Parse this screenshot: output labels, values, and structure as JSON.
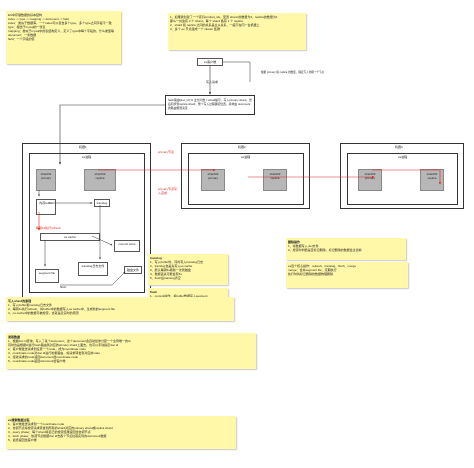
{
  "note_top_left": {
    "lines": [
      "ES中存储数据的基本结构",
      "index -> type -> mapping -> document -> field",
      "",
      "index：类似于数据库，一个index可以包含多个type，多个type之间字段不一致",
      "type：相当于mysql的一张表",
      "mapping：类似于mysql中的表结构定义，定义了type中每个字段的，什么类型等",
      "document：一条数据",
      "field：一个字段的值"
    ]
  },
  "note_top_right": {
    "lines": [
      "1、如果我创建了一个索引product_idx，配置 shard 的数量为3，replica的数量为1",
      "   那么一共会有 3 个 shard，每个 shard 各有 1 个 replica",
      "2、shard 和 replica 之间的关系是主从关系，一般不在同一台机器上",
      "3、多个 es 节点组成一个 cluster 集群"
    ]
  },
  "client": {
    "label": "es客户端"
  },
  "write_label": "写入请求",
  "client_to_node_note": "根据 primary 和 replica 的数量，确定写入到哪一个节点",
  "hash_note": "hash路由(doc_id) % 主分片数 = shard编号，写入primary shard，然后同步到replica shard，整个写入过程确定位置，具体由 document的路由规则决定",
  "nodes": [
    {
      "label": "机器1"
    },
    {
      "label": "机器2"
    },
    {
      "label": "机器3"
    }
  ],
  "es_process_label": "es进程",
  "shards": [
    {
      "name": "shard01",
      "role": "primary"
    },
    {
      "name": "shard02",
      "role": "replica"
    },
    {
      "name": "shard02",
      "role": "primary"
    },
    {
      "name": "shard03",
      "role": "replica"
    },
    {
      "name": "shard03",
      "role": "primary"
    },
    {
      "name": "shard01",
      "role": "replica"
    }
  ],
  "primary_labels": [
    "primary节点",
    "primary节点写入完成"
  ],
  "inner": {
    "buffer": "内存buffer",
    "translog": "translog",
    "os_cache": "os cache",
    "commit_point": "commit point",
    "segment": "segment file",
    "translog_disk": "translog日志文件",
    "disk": "磁盘文件",
    "refresh_label": "每隔1s执行refresh",
    "flush_label": "flush"
  },
  "translog_note": {
    "title": "translog",
    "lines": [
      "1、写入buffer时，同时写入translog日志",
      "2、translog也是先写入os cache",
      "3、默认每隔5s刷新一次到磁盘",
      "4、数据丢失可能会有5s",
      "5、flush后translog清空"
    ]
  },
  "flush_note": {
    "title": "flush",
    "lines": [
      "1、commit操作，将buffer数据写入segment",
      "2、写入commit point，记录segment",
      "3、将os cache数据fsync到磁盘",
      "4、清空translog日志"
    ]
  },
  "delete_note": {
    "title": "删除操作",
    "lines": [
      "1、将数据写入.del文件",
      "2、搜索时判断是否标记删除，标记删除的数据会过滤掉"
    ]
  },
  "update_note": {
    "lines": [
      "es四个核心操作：refresh、translog、flush、merge",
      "",
      "merge：合并segment file，定期执行",
      "执行时将标记删除的数据物理删除"
    ]
  },
  "write_principle_note": {
    "title": "写入shard的原理",
    "lines": [
      "1、写入buffer和translog日志文件",
      "2、每隔1s执行refresh，将buffer中的数据写入os cache中，生成新的segment file",
      "3、os cache中的数据可被搜索，这就是近实时的原因"
    ]
  },
  "read_note": {
    "title": "读取数据",
    "lines": [
      "1、根据doc id查询，写入了某个document，这个document会自动给你分配一个全局唯一的id",
      "   同时也是根据id进行hash路由到对应的primary shard上面去。也可以手动指定doc id",
      "2、客户端发送请求到任意一个node，成为coordinate node",
      "3、coordinate node对doc id进行哈希路由，将请求转发到对应的node",
      "4、接收请求的node返回document给coordinate node",
      "5、coordinate node返回document给客户端"
    ]
  },
  "search_note": {
    "title": "es搜索数据过程",
    "lines": [
      "1、客户端发送请求到一个coordinate node",
      "2、协调节点将搜索请求转发到所有的shard对应的primary shard或replica shard",
      "3、query phase：每个shard将自己的搜索结果返回给协调节点",
      "4、fetch phase：协调节点根据doc id去各个节点拉取实际的document数据",
      "5、最终返回给客户端"
    ]
  }
}
